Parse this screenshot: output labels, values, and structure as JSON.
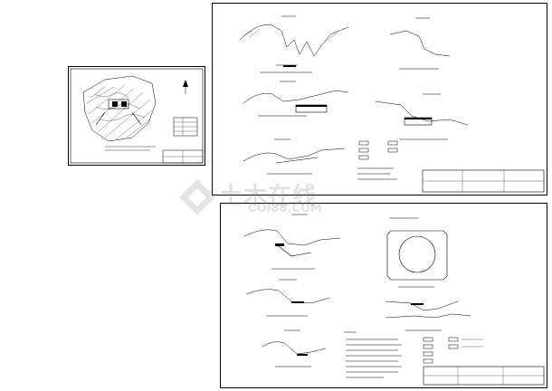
{
  "watermark": {
    "line1": "土木在线",
    "line2": "COI88.COM"
  },
  "sheets": [
    {
      "id": "sheet-left"
    },
    {
      "id": "sheet-top-right"
    },
    {
      "id": "sheet-bottom-right"
    }
  ],
  "colors": {
    "line": "#000000",
    "background": "#ffffff",
    "watermark": "#bdbdbd"
  }
}
